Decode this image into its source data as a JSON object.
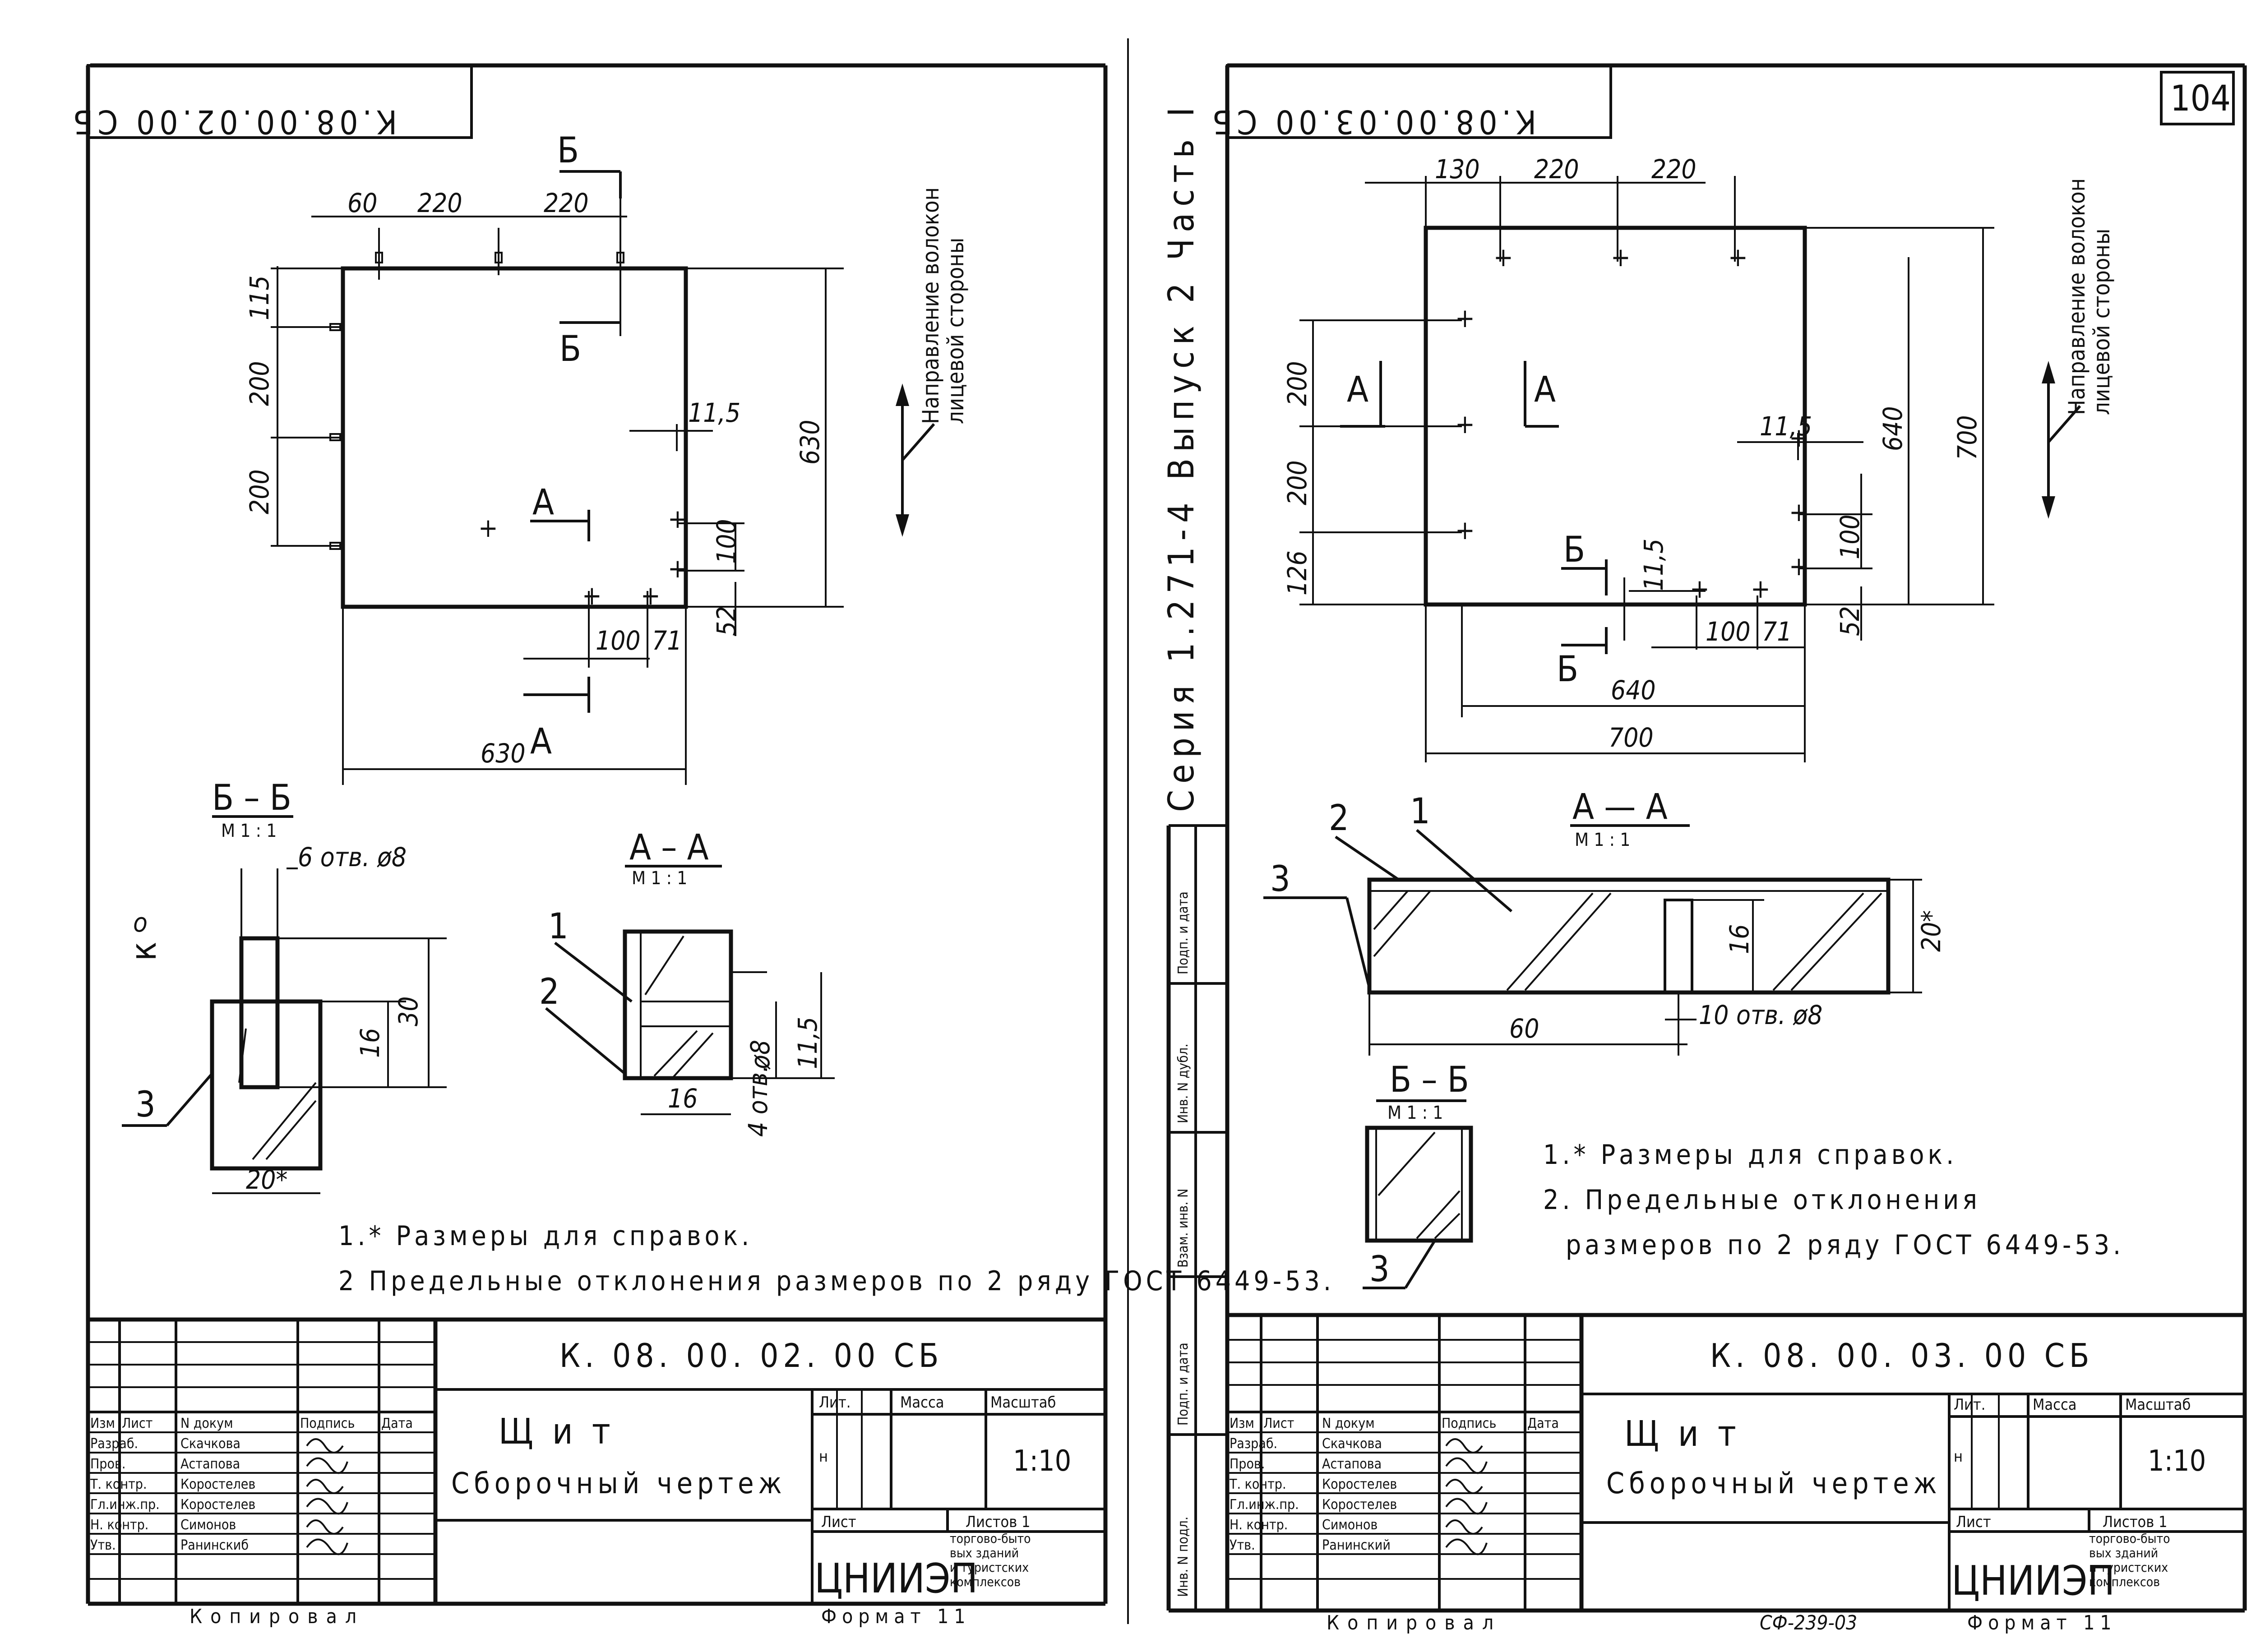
{
  "page_number": "104",
  "series_text": "Серия 1.271-4 Выпуск 2 Часть I",
  "left_sheet": {
    "stamp_code": "К.08.00.02.00 СБ",
    "fiber_direction": [
      "Направление волокон",
      "лицевой стороны"
    ],
    "dims_top": [
      "60",
      "220",
      "220"
    ],
    "dims_left": [
      "115",
      "200",
      "200"
    ],
    "dim_height_total": "630",
    "dim_width_total": "630",
    "dim_edge_offset": "11,5",
    "dim_hole_spacing": "100",
    "dim_edge_bottom": "52",
    "dims_bottom": [
      "100",
      "71"
    ],
    "section_a": "А",
    "section_b": "Б",
    "section_bb": {
      "title": "Б – Б",
      "scale": "М 1 : 1",
      "holes": "6 отв. ø8",
      "h1": "30",
      "h2": "16",
      "width": "20*",
      "pos": "3",
      "mark": "к",
      "deg": "о"
    },
    "section_aa": {
      "title": "А – А",
      "scale": "М 1 : 1",
      "pos1": "1",
      "pos2": "2",
      "d8": "ø8",
      "d115": "11,5",
      "d16": "16",
      "holes": "4 отв."
    },
    "notes": [
      "1.* Размеры для справок.",
      "2 Предельные отклонения размеров по 2 ряду ГОСТ 6449-53."
    ],
    "title_block": {
      "designation": "К. 08. 00. 02. 00 СБ",
      "name": "Щ и т",
      "doc_type": "Сборочный чертеж",
      "lit_header": "Лит.",
      "mass_header": "Масса",
      "scale_header": "Масштаб",
      "lit_value": "н",
      "scale_value": "1:10",
      "sheet_label": "Лист",
      "sheets_label": "Листов 1",
      "org_logo": "ЦНИИЭП",
      "org_text": [
        "торгово-быто",
        "вых зданий",
        "и туристских",
        "комплексов"
      ],
      "headers": [
        "Изм",
        "Лист",
        "N докум",
        "Подпись",
        "Дата"
      ],
      "roles": [
        "Разраб.",
        "Пров.",
        "Т. контр.",
        "Гл.инж.пр.",
        "Н. контр.",
        "Утв."
      ],
      "names": [
        "Скачкова",
        "Астапова",
        "Коростелев",
        "Коростелев",
        "Симонов",
        "Ранинскиб"
      ]
    },
    "copied": "Копировал",
    "format": "Формат 11"
  },
  "right_sheet": {
    "stamp_code": "К.08.00.03.00 СБ",
    "fiber_direction": [
      "Направление волокон",
      "лицевой стороны"
    ],
    "dims_top": [
      "130",
      "220",
      "220"
    ],
    "dims_left": [
      "200",
      "200",
      "126"
    ],
    "dim_height_inner": "640",
    "dim_height_total": "700",
    "dim_width_inner": "640",
    "dim_width_total": "700",
    "dim_edge_offset": "11,5",
    "dim_hole_spacing": "100",
    "dim_edge_bottom": "52",
    "dims_bottom": [
      "100",
      "71"
    ],
    "dim_b_offset": "11,5",
    "section_a": "А",
    "section_b": "Б",
    "section_aa": {
      "title": "А — А",
      "scale": "М 1 : 1",
      "pos1": "1",
      "pos2": "2",
      "pos3": "3",
      "d16": "16",
      "d20": "20*",
      "d60": "60",
      "holes": "10 отв. ø8"
    },
    "section_bb": {
      "title": "Б – Б",
      "scale": "М 1 : 1",
      "pos3": "3"
    },
    "notes": [
      "1.* Размеры для справок.",
      "2. Предельные отклонения",
      "размеров по 2 ряду ГОСТ 6449-53."
    ],
    "side_labels": [
      "Инв. N подл.",
      "Подп. и дата",
      "Взам. инв. N",
      "Инв. N дубл.",
      "Подп. и дата"
    ],
    "title_block": {
      "designation": "К. 08. 00. 03. 00 СБ",
      "name": "Щ и т",
      "doc_type": "Сборочный чертеж",
      "lit_header": "Лит.",
      "mass_header": "Масса",
      "scale_header": "Масштаб",
      "lit_value": "н",
      "scale_value": "1:10",
      "sheet_label": "Лист",
      "sheets_label": "Листов 1",
      "org_logo": "ЦНИИЭП",
      "org_text": [
        "торгово-быто",
        "вых зданий",
        "и туристских",
        "комплексов"
      ],
      "headers": [
        "Изм",
        "Лист",
        "N докум",
        "Подпись",
        "Дата"
      ],
      "roles": [
        "Разраб.",
        "Пров.",
        "Т. контр.",
        "Гл.инж.пр.",
        "Н. контр.",
        "Утв."
      ],
      "names": [
        "Скачкова",
        "Астапова",
        "Коростелев",
        "Коростелев",
        "Симонов",
        "Ранинский"
      ]
    },
    "copied": "Копировал",
    "stamp_bottom": "СФ-239-03",
    "format": "Формат 11"
  }
}
